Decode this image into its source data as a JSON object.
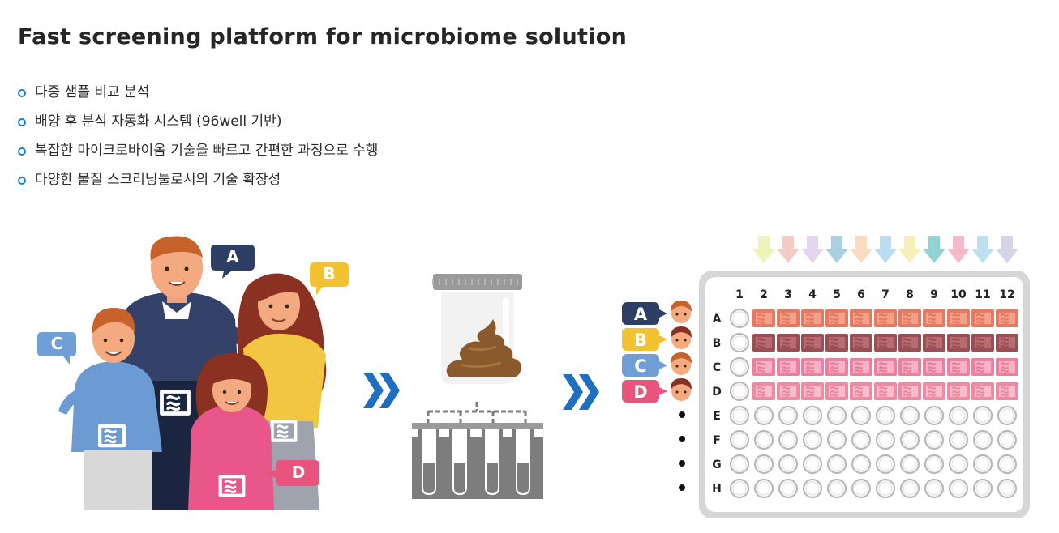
{
  "title": "Fast screening platform for microbiome solution",
  "bullets": [
    "다중 샘플 비교 분석",
    "배양 후 분석 자동화 시스템 (96well 기반)",
    "복잡한 마이크로바이옴 기술을 빠르고 간편한 과정으로 수행",
    "다양한 물질 스크리닝툴로서의 기술 확장성"
  ],
  "family_tags": [
    "A",
    "B",
    "C",
    "D"
  ],
  "sample_tags": [
    "A",
    "B",
    "C",
    "D"
  ],
  "plate": {
    "columns": [
      "1",
      "2",
      "3",
      "4",
      "5",
      "6",
      "7",
      "8",
      "9",
      "10",
      "11",
      "12"
    ],
    "rows": [
      "A",
      "B",
      "C",
      "D",
      "E",
      "F",
      "G",
      "H"
    ]
  },
  "colors": {
    "accent_blue": "#1f6fc0",
    "tag_a": "#2e3f66",
    "tag_b": "#f2c230",
    "tag_c": "#6f9fd6",
    "tag_d": "#e8547e",
    "arrows": [
      "#eef3b8",
      "#f7c9c4",
      "#e3d5ec",
      "#a9cfe0",
      "#f9dcc0",
      "#b9dcf0",
      "#f5f0b8",
      "#8fd4d0",
      "#f5b9c9",
      "#bde0ee",
      "#d4d4e6"
    ]
  },
  "icons": [
    "double-chevron-right-icon",
    "poop-icon",
    "specimen-jar-icon",
    "test-tube-rack-icon",
    "intestine-icon",
    "ellipsis-dot-icon"
  ]
}
